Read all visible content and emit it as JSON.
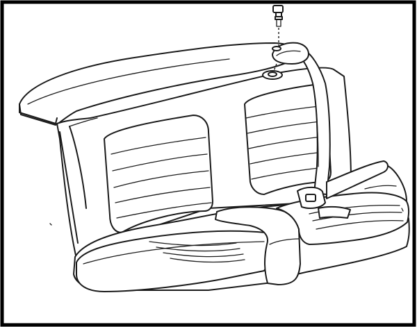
{
  "colors": {
    "line": "#1a1a1a",
    "background": "#ffffff",
    "frame": "#000000"
  },
  "illustration": {
    "subject": "rear-bench-seat-with-seat-belt-anchor",
    "parts": [
      "parcel-shelf",
      "seat-back",
      "left-backrest-cushion",
      "right-backrest-cushion",
      "left-seat-cushion",
      "center-seat-cushion",
      "right-seat-cushion",
      "shoulder-belt",
      "belt-buckle",
      "belt-retractor",
      "anchor-bolt",
      "anchor-washer",
      "mounting-hole"
    ]
  }
}
